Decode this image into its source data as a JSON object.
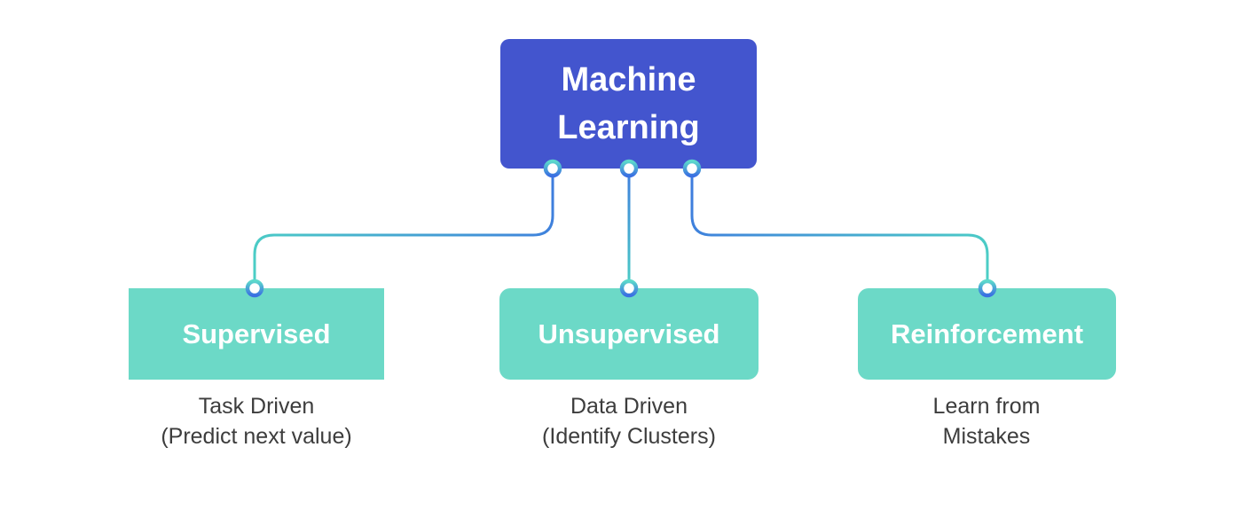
{
  "diagram": {
    "root": {
      "label": "Machine Learning"
    },
    "branches": [
      {
        "label": "Supervised",
        "subtitle_line1": "Task Driven",
        "subtitle_line2": "(Predict next value)"
      },
      {
        "label": "Unsupervised",
        "subtitle_line1": "Data Driven",
        "subtitle_line2": "(Identify Clusters)"
      },
      {
        "label": "Reinforcement",
        "subtitle_line1": "Learn from",
        "subtitle_line2": "Mistakes"
      }
    ]
  },
  "colors": {
    "background": "#ffffff",
    "root_box": "#4355ce",
    "branch_box": "#6cd9c7",
    "box_text": "#ffffff",
    "subtitle_text": "#3d3d3d",
    "connector_blue": "#3e7cde",
    "connector_teal": "#4ccfc5",
    "anchor_ring_teal": "#5cd9cb",
    "anchor_ring_blue": "#3a70e2",
    "anchor_fill": "#ffffff"
  }
}
